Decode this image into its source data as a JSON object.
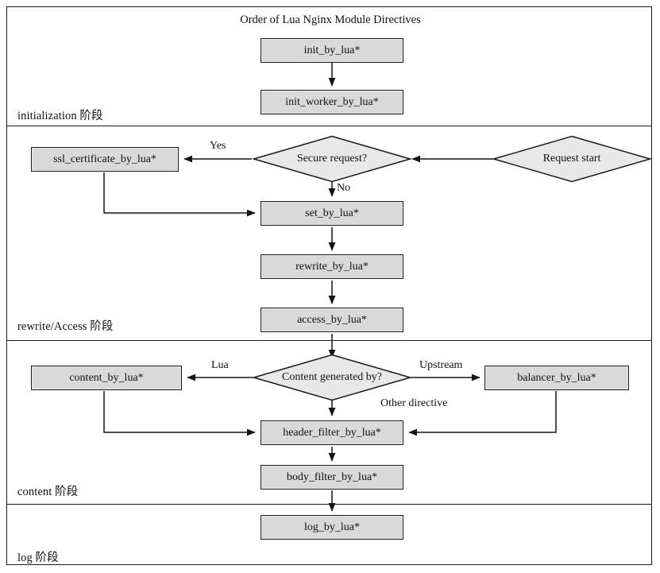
{
  "diagram": {
    "title": "Order of Lua Nginx Module Directives",
    "colors": {
      "box_fill": "#d9d9d9",
      "diamond_fill": "#e8e8e8",
      "stroke": "#1c1c1c",
      "background": "#ffffff",
      "text": "#111111"
    },
    "stages": [
      {
        "id": "initialization",
        "label": "initialization 阶段"
      },
      {
        "id": "rewrite_access",
        "label": "rewrite/Access 阶段"
      },
      {
        "id": "content",
        "label": "content 阶段"
      },
      {
        "id": "log",
        "label": "log 阶段"
      }
    ],
    "nodes": [
      {
        "id": "init_by_lua",
        "shape": "box",
        "label": "init_by_lua*",
        "stage": "initialization"
      },
      {
        "id": "init_worker_by_lua",
        "shape": "box",
        "label": "init_worker_by_lua*",
        "stage": "initialization"
      },
      {
        "id": "request_start",
        "shape": "diamond",
        "label": "Request start",
        "stage": "rewrite_access"
      },
      {
        "id": "secure_request",
        "shape": "diamond",
        "label": "Secure request?",
        "stage": "rewrite_access"
      },
      {
        "id": "ssl_certificate_by_lua",
        "shape": "box",
        "label": "ssl_certificate_by_lua*",
        "stage": "rewrite_access"
      },
      {
        "id": "set_by_lua",
        "shape": "box",
        "label": "set_by_lua*",
        "stage": "rewrite_access"
      },
      {
        "id": "rewrite_by_lua",
        "shape": "box",
        "label": "rewrite_by_lua*",
        "stage": "rewrite_access"
      },
      {
        "id": "access_by_lua",
        "shape": "box",
        "label": "access_by_lua*",
        "stage": "rewrite_access"
      },
      {
        "id": "content_generated_by",
        "shape": "diamond",
        "label": "Content generated by?",
        "stage": "content"
      },
      {
        "id": "content_by_lua",
        "shape": "box",
        "label": "content_by_lua*",
        "stage": "content"
      },
      {
        "id": "balancer_by_lua",
        "shape": "box",
        "label": "balancer_by_lua*",
        "stage": "content"
      },
      {
        "id": "header_filter_by_lua",
        "shape": "box",
        "label": "header_filter_by_lua*",
        "stage": "content"
      },
      {
        "id": "body_filter_by_lua",
        "shape": "box",
        "label": "body_filter_by_lua*",
        "stage": "content"
      },
      {
        "id": "log_by_lua",
        "shape": "box",
        "label": "log_by_lua*",
        "stage": "log"
      }
    ],
    "edge_labels": [
      {
        "id": "yes",
        "label": "Yes"
      },
      {
        "id": "no",
        "label": "No"
      },
      {
        "id": "lua",
        "label": "Lua"
      },
      {
        "id": "upstream",
        "label": "Upstream"
      },
      {
        "id": "other_directive",
        "label": "Other directive"
      }
    ]
  }
}
